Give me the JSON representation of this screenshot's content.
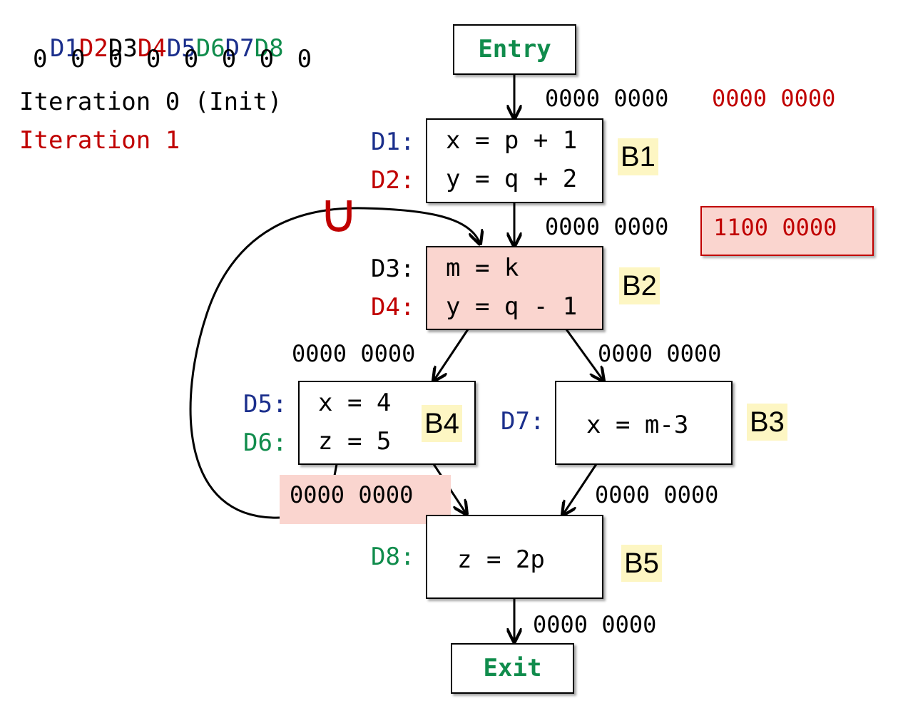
{
  "legend": {
    "defs": [
      {
        "text": "D1",
        "color": "#1b2f8c"
      },
      {
        "text": "D2",
        "color": "#c00000"
      },
      {
        "text": "D3",
        "color": "#000000"
      },
      {
        "text": "D4",
        "color": "#c00000"
      },
      {
        "text": "D5",
        "color": "#1b2f8c"
      },
      {
        "text": "D6",
        "color": "#108c4c"
      },
      {
        "text": "D7",
        "color": "#1b2f8c"
      },
      {
        "text": "D8",
        "color": "#108c4c"
      }
    ],
    "bits": "0 0 0 0 0 0 0 0",
    "iter0": "Iteration 0 (Init)",
    "iter1": "Iteration 1"
  },
  "nodes": {
    "entry": "Entry",
    "exit": "Exit",
    "b1": {
      "name": "B1",
      "d1_label": "D1:",
      "d1_code": "x = p + 1",
      "d2_label": "D2:",
      "d2_code": "y = q + 2"
    },
    "b2": {
      "name": "B2",
      "d3_label": "D3:",
      "d3_code": "m = k",
      "d4_label": "D4:",
      "d4_code": "y = q - 1"
    },
    "b3": {
      "name": "B3",
      "d7_label": "D7:",
      "d7_code": "x = m-3"
    },
    "b4": {
      "name": "B4",
      "d5_label": "D5:",
      "d5_code": "x = 4",
      "d6_label": "D6:",
      "d6_code": "z = 5"
    },
    "b5": {
      "name": "B5",
      "d8_label": "D8:",
      "d8_code": "z = 2p"
    }
  },
  "edges": {
    "entry_b1": "0000 0000",
    "entry_b1_new": "0000 0000",
    "b1_b2": "0000 0000",
    "b1_b2_new": "1100 0000",
    "b2_b4": "0000 0000",
    "b2_b3": "0000 0000",
    "b4_b5": "0000 0000",
    "b3_b5": "0000 0000",
    "b5_exit": "0000 0000"
  },
  "union_symbol": "∪",
  "colors": {
    "blue": "#1b2f8c",
    "red": "#c00000",
    "green": "#108c4c",
    "highlight": "#fad5cf",
    "block_label_bg": "#fdf6c3"
  }
}
